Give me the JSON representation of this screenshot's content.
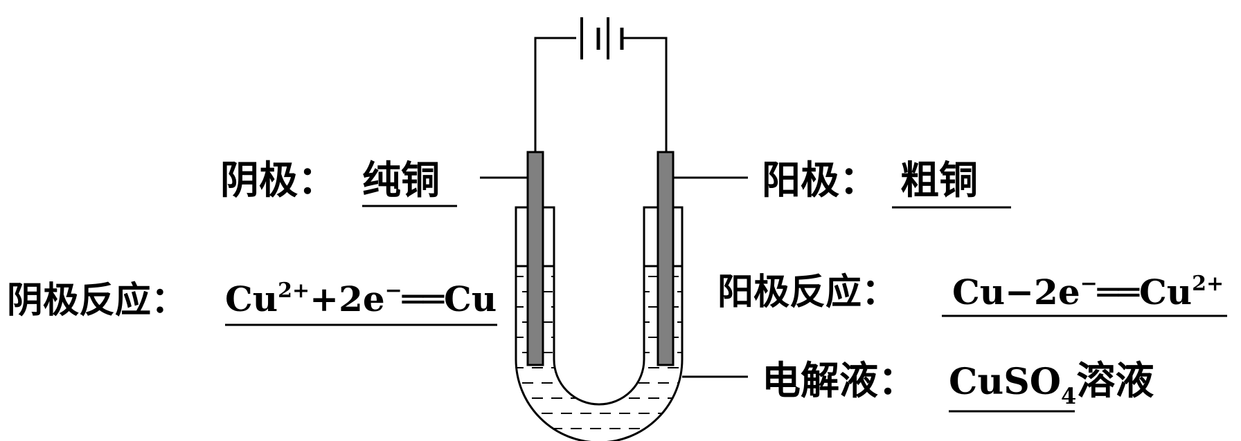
{
  "cathode": {
    "label": "阴极：",
    "answer": "纯铜",
    "reaction_label": "阴极反应：",
    "reaction": {
      "a": "Cu",
      "a_sup": "2+",
      "b": "+2e",
      "b_sup": "−",
      "eq": "══",
      "c": "Cu"
    }
  },
  "anode": {
    "label": "阳极：",
    "answer": "粗铜",
    "reaction_label": "阳极反应：",
    "reaction": {
      "a": "Cu−2e",
      "a_sup": "−",
      "eq": "══",
      "b": "Cu",
      "b_sup": "2+"
    }
  },
  "electrolyte": {
    "label": "电解液：",
    "formula_main": "CuSO",
    "formula_sub": "4",
    "suffix": "溶液"
  },
  "colors": {
    "line": "#000000",
    "electrode": "#808080",
    "background": "#ffffff"
  }
}
